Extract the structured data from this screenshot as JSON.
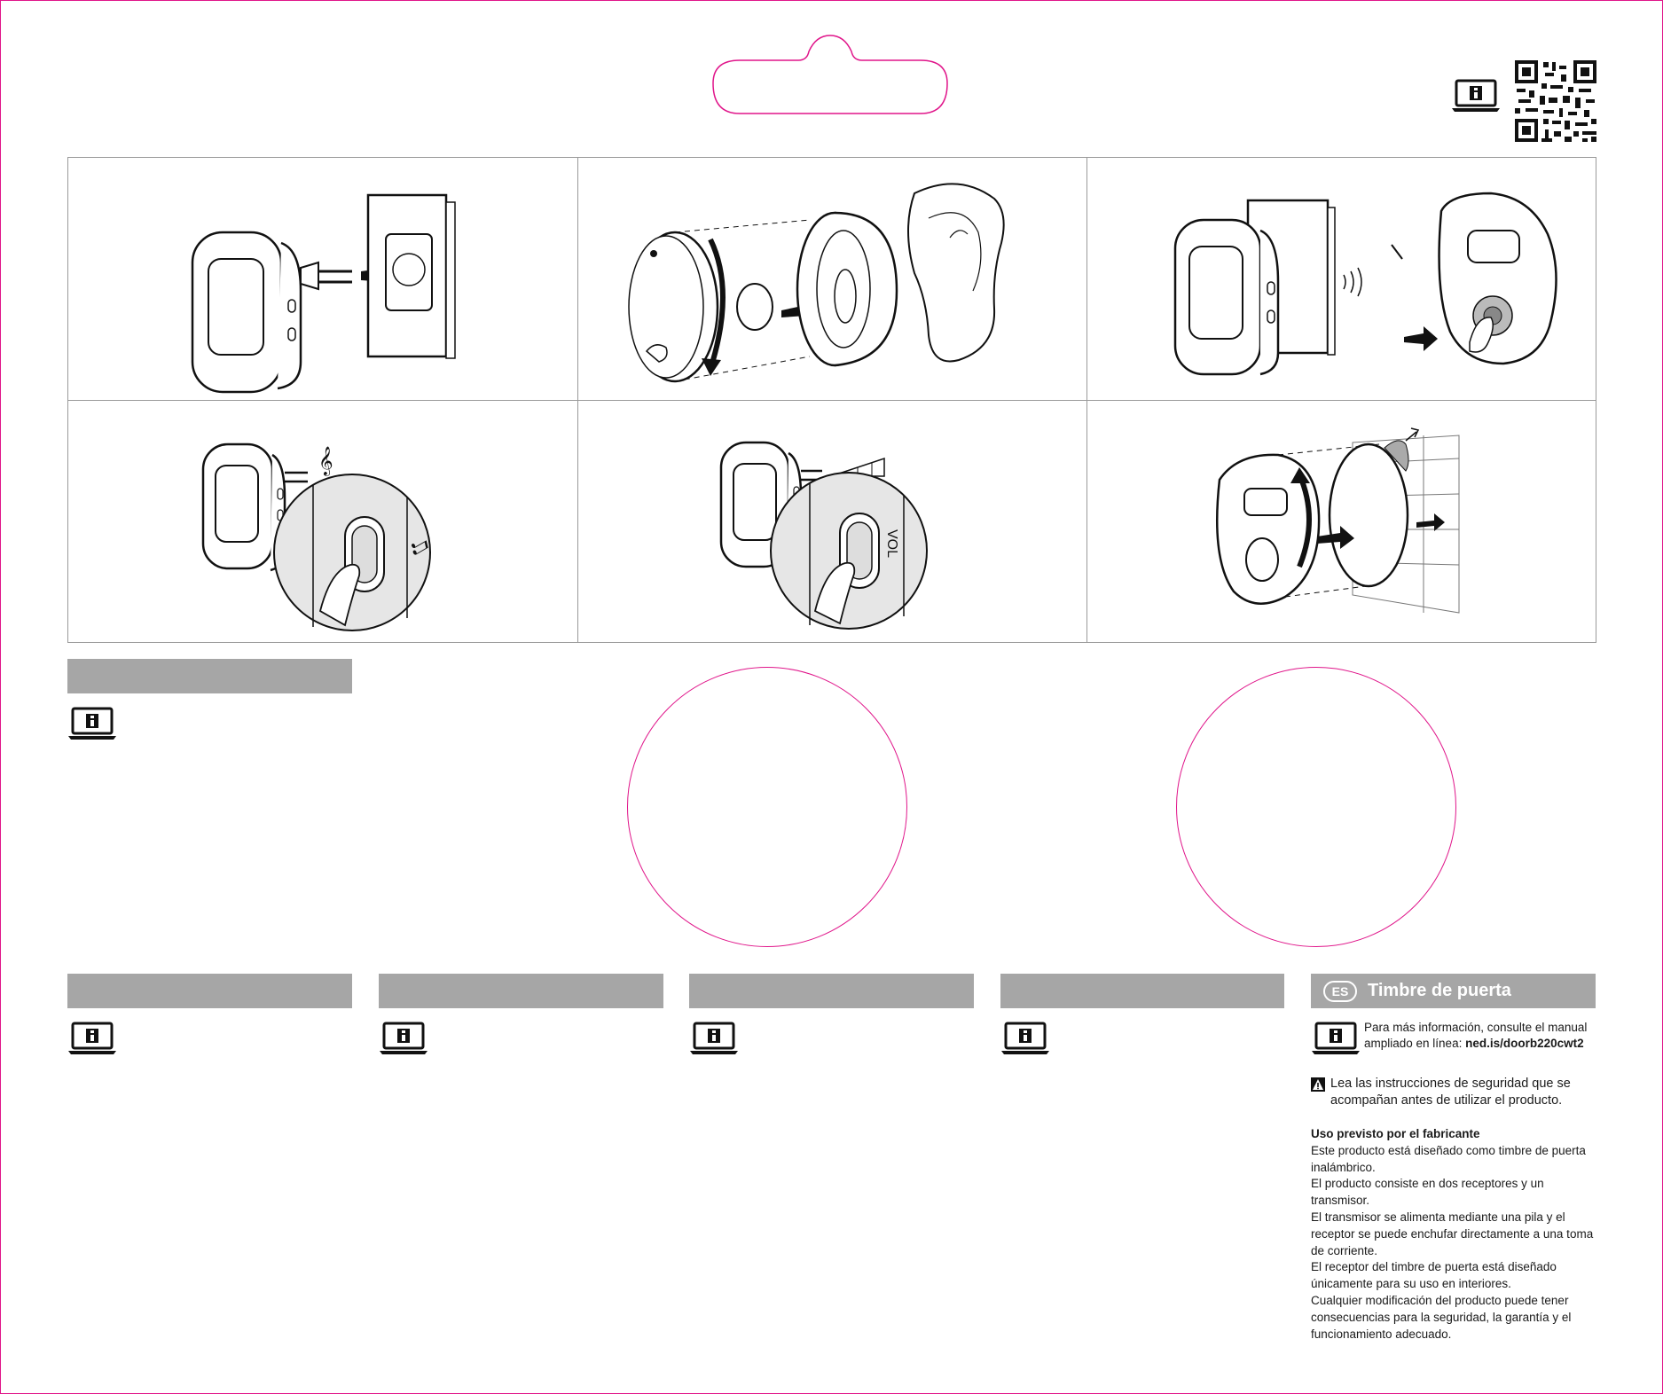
{
  "sections": {
    "es": {
      "code": "ES",
      "title": "Timbre de puerta",
      "info_line1": "Para más información, consulte el manual",
      "info_line2_prefix": "ampliado en línea: ",
      "info_link": "ned.is/doorb220cwt2",
      "warning": "Lea las instrucciones de seguridad que se acompañan antes de utilizar el producto.",
      "intended_use_heading": "Uso previsto por el fabricante",
      "paragraphs": [
        "Este producto está diseñado como timbre de puerta inalámbrico.",
        "El producto consiste en dos receptores y un transmisor.",
        "El transmisor se alimenta mediante una pila y el receptor se puede enchufar directamente a una toma de corriente.",
        "El receptor del timbre de puerta está diseñado únicamente para su uso en interiores.",
        "Cualquier modificación del producto puede tener consecuencias para la seguridad, la garantía y el funcionamiento adecuado."
      ]
    }
  },
  "illustrations": {
    "step5_label": "VOL"
  },
  "icons": [
    "laptop-info-icon",
    "qr-code-icon",
    "warning-triangle-icon"
  ],
  "colors": {
    "trim": "#e0158a",
    "header_bar": "#a6a6a6",
    "line": "#9a9a9a"
  }
}
